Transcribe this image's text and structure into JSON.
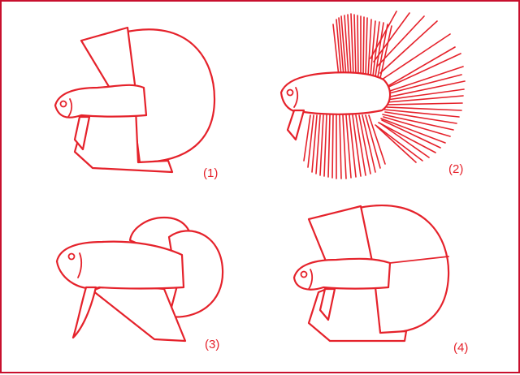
{
  "figures": [
    {
      "id": 1,
      "label": "(1)"
    },
    {
      "id": 2,
      "label": "(2)"
    },
    {
      "id": 3,
      "label": "(3)"
    },
    {
      "id": 4,
      "label": "(4)"
    }
  ],
  "colors": {
    "stroke": "#e5222b",
    "border": "#c8102e",
    "background": "#ffffff"
  }
}
